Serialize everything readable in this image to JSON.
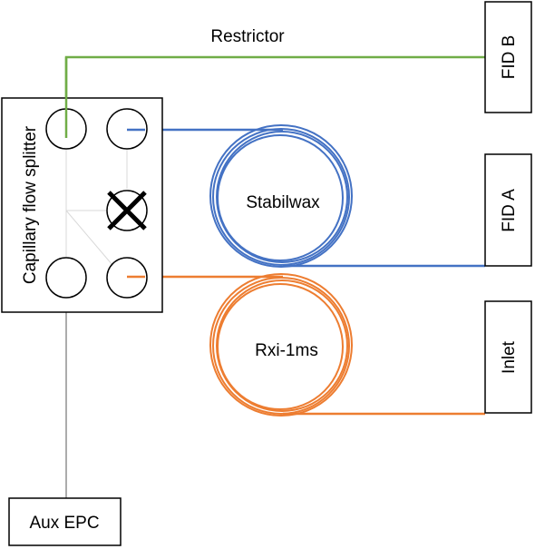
{
  "splitter": {
    "label": "Capillary flow splitter"
  },
  "restrictor": {
    "label": "Restrictor",
    "color": "#70AD47"
  },
  "detectors": {
    "fid_b": "FID B",
    "fid_a": "FID A",
    "inlet": "Inlet"
  },
  "columns": {
    "stabilwax": {
      "label": "Stabilwax",
      "color": "#4472C4"
    },
    "rxi": {
      "label": "Rxi-1ms",
      "color": "#ED7D31"
    }
  },
  "aux": {
    "label": "Aux EPC"
  },
  "colors": {
    "outline": "#000000",
    "internal_lines": "#D9D9D9",
    "aux_line": "#595959"
  }
}
